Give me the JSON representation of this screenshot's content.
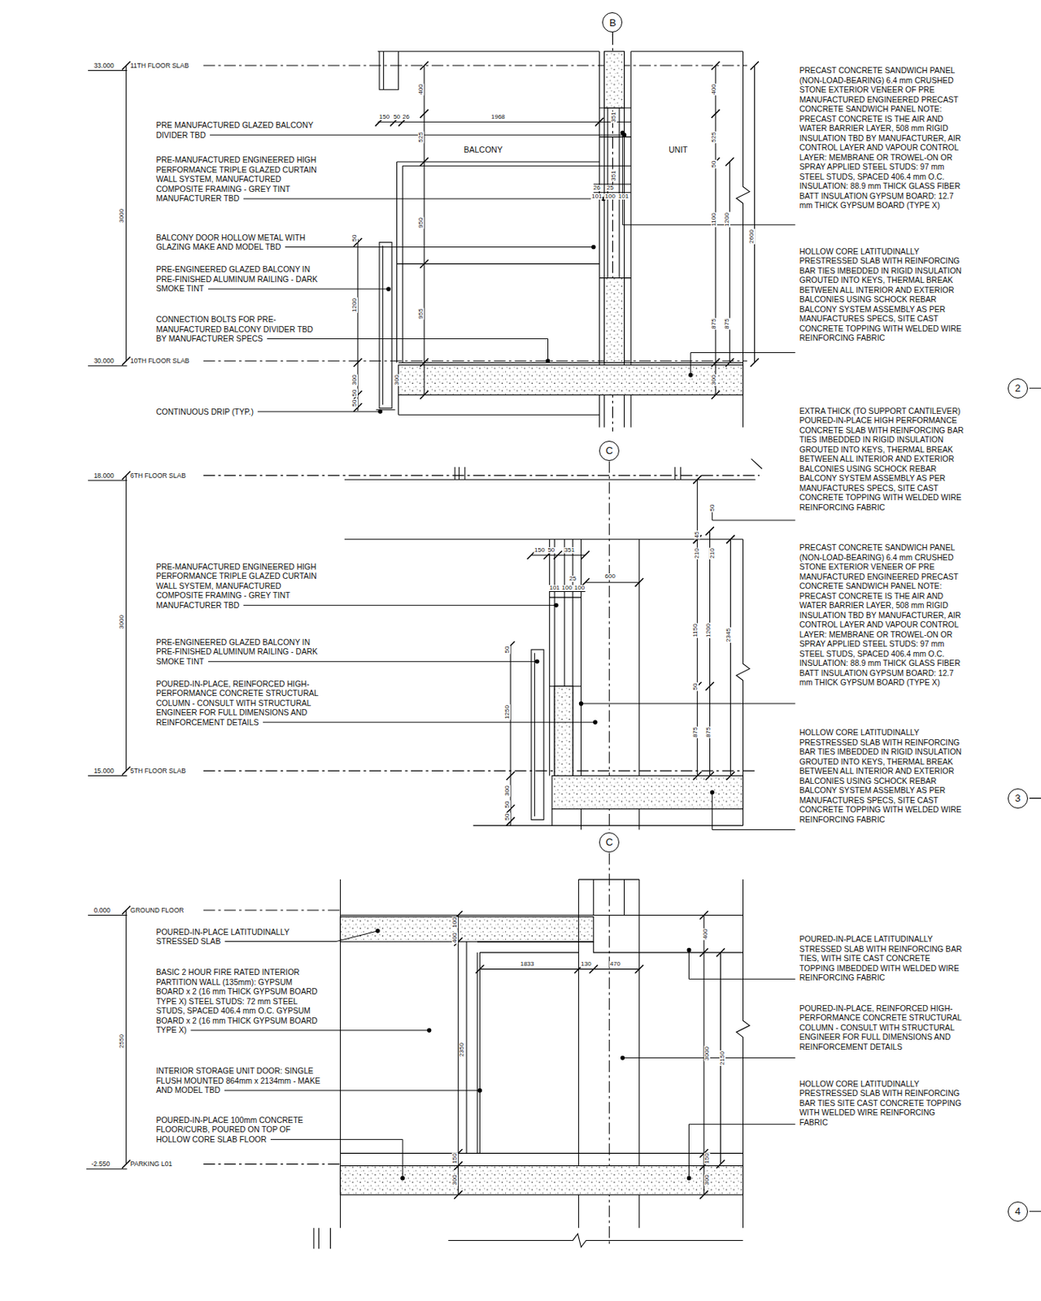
{
  "diagram": {
    "nodes": [
      {
        "text": [
          "B"
        ]
      },
      {
        "text": [
          "C"
        ]
      },
      {
        "text": [
          "C"
        ]
      },
      {
        "text": [
          "2"
        ]
      },
      {
        "text": [
          "3"
        ]
      },
      {
        "text": [
          "4"
        ]
      }
    ],
    "labels": [
      "33.000",
      "11TH FLOOR SLAB",
      "30.000",
      "10TH FLOOR SLAB",
      "3000",
      "PRE MANUFACTURED GLAZED BALCONY DIVIDER TBD",
      "PRE-MANUFACTURED ENGINEERED HIGH PERFORMANCE TRIPLE GLAZED CURTAIN WALL SYSTEM, MANUFACTURED COMPOSITE FRAMING - GREY TINT MANUFACTURER TBD",
      "BALCONY DOOR HOLLOW METAL WITH GLAZING MAKE AND MODEL TBD",
      "PRE-ENGINEERED GLAZED BALCONY IN PRE-FINISHED ALUMINUM RAILING - DARK SMOKE TINT",
      "CONNECTION BOLTS FOR PRE-MANUFACTURED BALCONY DIVIDER TBD BY MANUFACTURER SPECS",
      "CONTINUOUS DRIP (TYP.)",
      "BALCONY",
      "UNIT",
      "150",
      "50",
      "26",
      "1968",
      "400",
      "525",
      "950",
      "955",
      "50",
      "1200",
      "300",
      "50",
      "50",
      "300",
      "351",
      "351",
      "26",
      "25",
      "101",
      "100",
      "101",
      "400",
      "525",
      "50",
      "1100",
      "1200",
      "2600",
      "875",
      "875",
      "300",
      "PRECAST CONCRETE SANDWICH PANEL (NON-LOAD-BEARING) 6.4 mm CRUSHED STONE EXTERIOR VENEER OF PRE MANUFACTURED ENGINEERED PRECAST CONCRETE SANDWICH PANEL NOTE: PRECAST CONCRETE IS THE AIR AND WATER BARRIER LAYER, 508 mm RIGID INSULATION TBD BY MANUFACTURER, AIR CONTROL LAYER AND VAPOUR CONTROL LAYER: MEMBRANE OR TROWEL-ON OR SPRAY APPLIED STEEL STUDS: 97 mm STEEL STUDS, SPACED 406.4 mm O.C. INSULATION: 88.9 mm THICK GLASS FIBER BATT INSULATION GYPSUM BOARD: 12.7 mm THICK GYPSUM BOARD (TYPE X)",
      "HOLLOW CORE LATITUDINALLY PRESTRESSED SLAB WITH REINFORCING BAR TIES IMBEDDED IN RIGID INSULATION GROUTED INTO KEYS, THERMAL BREAK BETWEEN ALL INTERIOR AND EXTERIOR BALCONIES USING SCHOCK REBAR BALCONY SYSTEM ASSEMBLY AS PER MANUFACTURES SPECS, SITE CAST CONCRETE TOPPING WITH WELDED WIRE REINFORCING FABRIC",
      "EXTRA THICK (TO SUPPORT CANTILEVER) POURED-IN-PLACE HIGH PERFORMANCE CONCRETE SLAB WITH REINFORCING BAR TIES IMBEDDED IN RIGID INSULATION GROUTED INTO KEYS, THERMAL BREAK BETWEEN ALL INTERIOR AND EXTERIOR BALCONIES USING SCHOCK REBAR BALCONY SYSTEM ASSEMBLY AS PER MANUFACTURES SPECS, SITE CAST CONCRETE TOPPING WITH WELDED WIRE REINFORCING FABRIC",
      "18.000",
      "6TH FLOOR SLAB",
      "15.000",
      "5TH FLOOR SLAB",
      "3000",
      "PRE-MANUFACTURED ENGINEERED HIGH PERFORMANCE TRIPLE GLAZED CURTAIN WALL SYSTEM, MANUFACTURED COMPOSITE FRAMING - GREY TINT MANUFACTURER TBD",
      "PRE-ENGINEERED GLAZED BALCONY IN PRE-FINISHED ALUMINUM RAILING - DARK SMOKE TINT",
      "POURED-IN-PLACE, REINFORCED HIGH-PERFORMANCE CONCRETE STRUCTURAL COLUMN - CONSULT WITH STRUCTURAL ENGINEER FOR FULL DIMENSIONS AND REINFORCEMENT DETAILS",
      "150",
      "50",
      "351",
      "25",
      "101",
      "100",
      "100",
      "600",
      "50",
      "45",
      "210",
      "210",
      "1150",
      "1200",
      "2345",
      "50",
      "875",
      "875",
      "1250",
      "50",
      "300",
      "50",
      "50",
      "PRECAST CONCRETE SANDWICH PANEL (NON-LOAD-BEARING) 6.4 mm CRUSHED STONE EXTERIOR VENEER OF PRE MANUFACTURED ENGINEERED PRECAST CONCRETE SANDWICH PANEL NOTE: PRECAST CONCRETE IS THE AIR AND WATER BARRIER LAYER, 508 mm RIGID INSULATION TBD BY MANUFACTURER, AIR CONTROL LAYER AND VAPOUR CONTROL LAYER: MEMBRANE OR TROWEL-ON OR SPRAY APPLIED STEEL STUDS: 97 mm STEEL STUDS, SPACED 406.4 mm O.C. INSULATION: 88.9 mm THICK GLASS FIBER BATT INSULATION GYPSUM BOARD: 12.7 mm THICK GYPSUM BOARD (TYPE X)",
      "HOLLOW CORE LATITUDINALLY PRESTRESSED SLAB WITH REINFORCING BAR TIES IMBEDDED IN RIGID INSULATION GROUTED INTO KEYS, THERMAL BREAK BETWEEN ALL INTERIOR AND EXTERIOR BALCONIES USING SCHOCK REBAR BALCONY SYSTEM ASSEMBLY AS PER MANUFACTURES SPECS, SITE CAST CONCRETE TOPPING WITH WELDED WIRE REINFORCING FABRIC",
      "0.000",
      "GROUND FLOOR",
      "-2.550",
      "PARKING L01",
      "2550",
      "POURED-IN-PLACE LATITUDINALLY STRESSED SLAB",
      "BASIC 2 HOUR FIRE RATED INTERIOR PARTITION WALL (135mm): GYPSUM BOARD x 2 (16 mm THICK GYPSUM BOARD TYPE X) STEEL STUDS: 72 mm STEEL STUDS, SPACED 406.4 mm O.C. GYPSUM BOARD x 2 (16 mm THICK GYPSUM BOARD TYPE X)",
      "INTERIOR STORAGE UNIT DOOR: SINGLE FLUSH MOUNTED 864mm x 2134mm - MAKE AND MODEL TBD",
      "POURED-IN-PLACE 100mm CONCRETE FLOOR/CURB, POURED ON TOP OF HOLLOW CORE SLAB FLOOR",
      "100",
      "400",
      "1833",
      "130",
      "470",
      "400",
      "2350",
      "3000",
      "2150",
      "150",
      "300",
      "150",
      "300",
      "POURED-IN-PLACE LATITUDINALLY STRESSED SLAB WITH REINFORCING BAR TIES, WITH SITE CAST CONCRETE TOPPING IMBEDDED WITH WELDED WIRE REINFORCING FABRIC",
      "POURED-IN-PLACE, REINFORCED HIGH-PERFORMANCE CONCRETE STRUCTURAL COLUMN - CONSULT WITH STRUCTURAL ENGINEER FOR FULL DIMENSIONS AND REINFORCEMENT DETAILS",
      "HOLLOW CORE LATITUDINALLY PRESTRESSED SLAB WITH REINFORCING BAR TIES SITE CAST CONCRETE TOPPING WITH WELDED WIRE REINFORCING FABRIC"
    ]
  }
}
